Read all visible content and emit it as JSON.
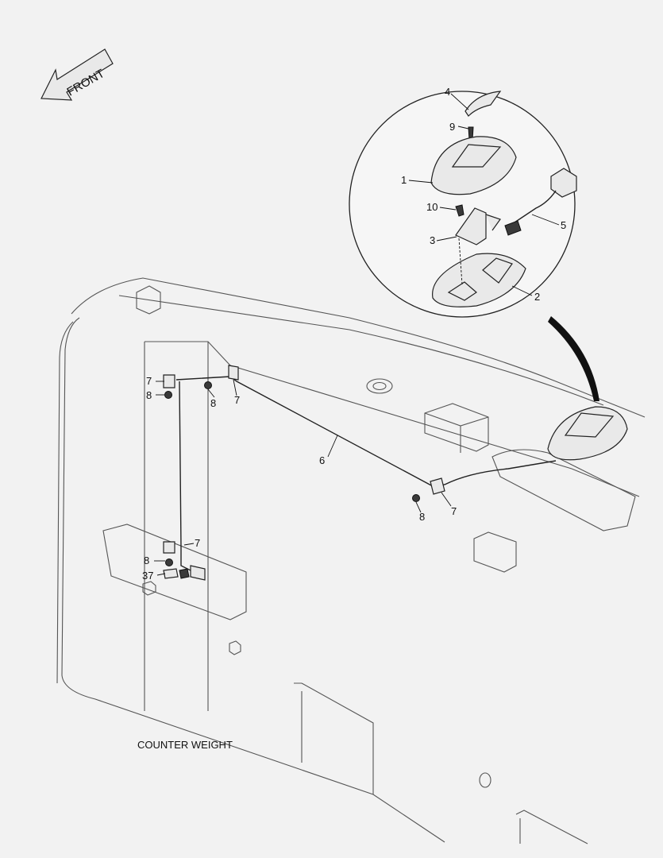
{
  "front_arrow": {
    "text": "FRONT"
  },
  "callouts": {
    "c1": "1",
    "c2": "2",
    "c3": "3",
    "c4": "4",
    "c5": "5",
    "c6": "6",
    "c9": "9",
    "c10": "10",
    "c37": "37",
    "c7a": "7",
    "c7b": "7",
    "c7c": "7",
    "c7d": "7",
    "c8a": "8",
    "c8b": "8",
    "c8c": "8",
    "c8d": "8"
  },
  "caption": "COUNTER WEIGHT",
  "colors": {
    "line": "#222222",
    "fill": "#e9e9e9",
    "background": "#f2f2f2"
  }
}
